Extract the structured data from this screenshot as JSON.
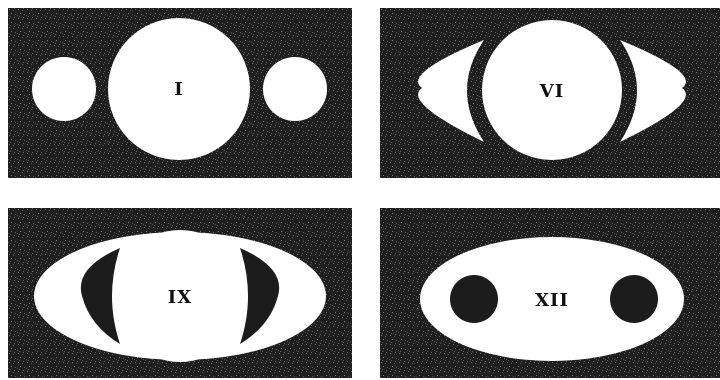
{
  "colors": {
    "background": "#1c1c1c",
    "speckle": "#6e6e6e",
    "shape": "#ffffff",
    "label": "#111111"
  },
  "figures": [
    {
      "label": "I"
    },
    {
      "label": "VI"
    },
    {
      "label": "IX"
    },
    {
      "label": "XII"
    }
  ]
}
